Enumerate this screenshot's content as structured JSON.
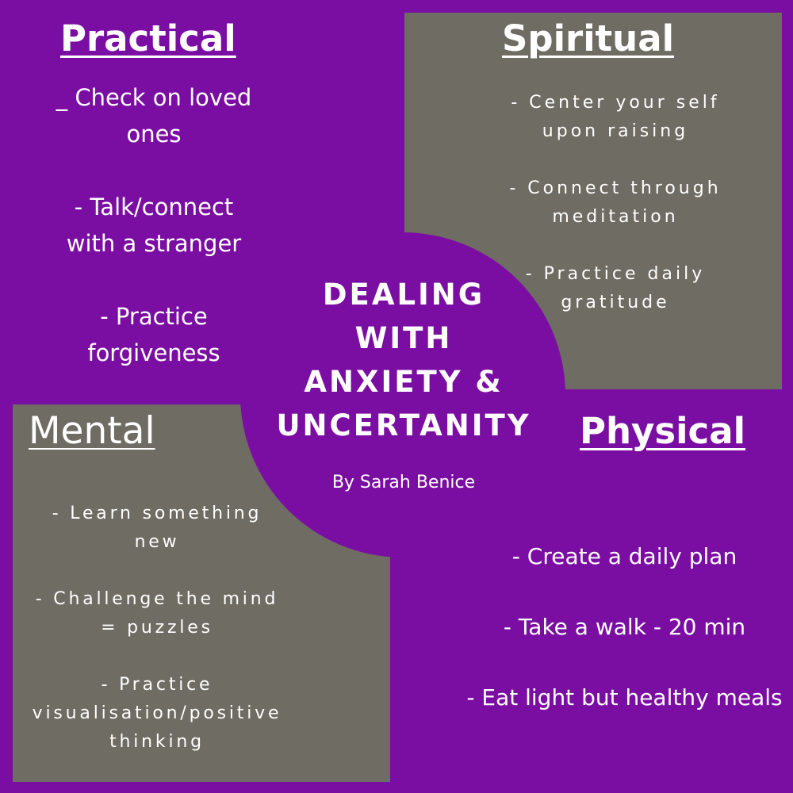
{
  "colors": {
    "background": "#7b0ea2",
    "box": "#6e6c63",
    "text": "#ffffff"
  },
  "title": "DEALING\nWITH\nANXIETY &\nUNCERTANITY",
  "byline": "By Sarah Benice",
  "practical": {
    "heading": "Practical",
    "items": [
      "_ Check on loved\nones",
      "- Talk/connect\nwith a stranger",
      "- Practice\nforgiveness"
    ]
  },
  "spiritual": {
    "heading": "Spiritual",
    "items": [
      "- Center your self\nupon raising",
      "- Connect through\nmeditation",
      "- Practice daily\ngratitude"
    ]
  },
  "mental": {
    "heading": "Mental",
    "items": [
      "- Learn something\nnew",
      "- Challenge the mind\n= puzzles",
      "- Practice\nvisualisation/positive\nthinking"
    ]
  },
  "physical": {
    "heading": "Physical",
    "items": [
      "- Create a daily plan",
      "- Take a walk - 20 min",
      "- Eat light but healthy meals"
    ]
  }
}
